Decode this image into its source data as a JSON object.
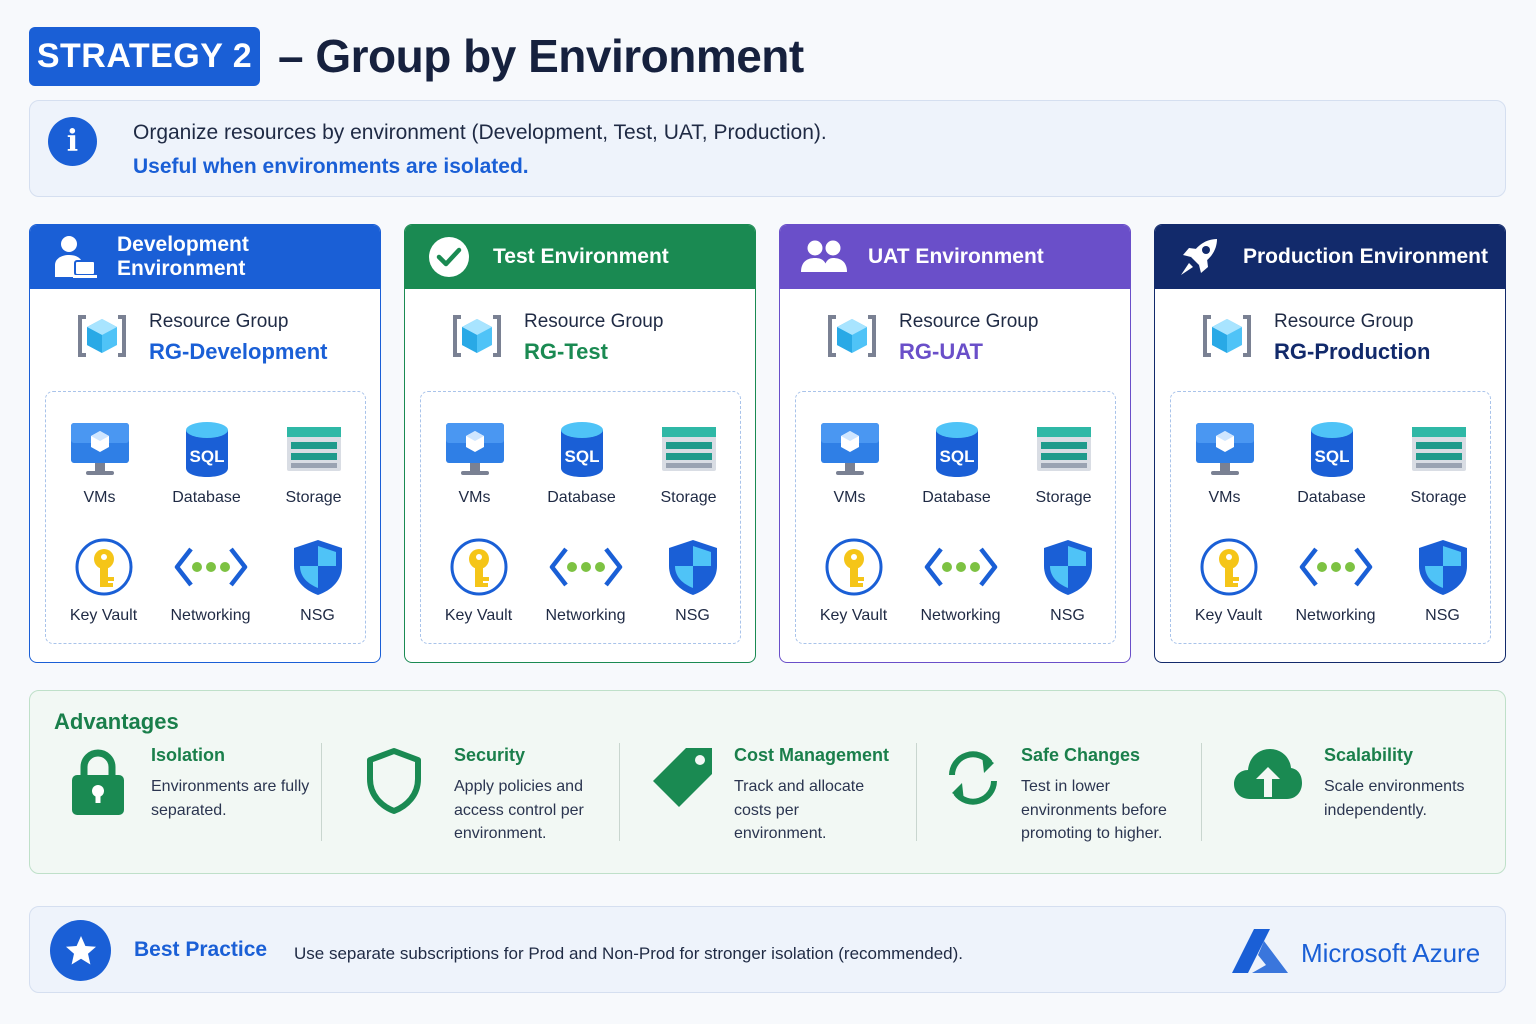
{
  "header": {
    "badge": "STRATEGY 2",
    "title": "– Group by Environment"
  },
  "info": {
    "line1": "Organize resources by environment (Development, Test, UAT, Production).",
    "line2": "Useful when environments are isolated."
  },
  "environments": [
    {
      "title": "Development Environment",
      "rg_label": "Resource Group",
      "rg_name": "RG-Development",
      "color": "#1a5fd6",
      "icon": "developer-icon"
    },
    {
      "title": "Test  Environment",
      "rg_label": "Resource Group",
      "rg_name": "RG-Test",
      "color": "#1a8a52",
      "icon": "check-circle-icon"
    },
    {
      "title": "UAT Environment",
      "rg_label": "Resource Group",
      "rg_name": "RG-UAT",
      "color": "#6a4fc9",
      "icon": "users-icon"
    },
    {
      "title": "Production Environment",
      "rg_label": "Resource Group",
      "rg_name": "RG-Production",
      "color": "#122a6b",
      "icon": "rocket-icon"
    }
  ],
  "services": [
    "VMs",
    "Database",
    "Storage",
    "Key Vault",
    "Networking",
    "NSG"
  ],
  "sql_text": "SQL",
  "advantages": {
    "title": "Advantages",
    "items": [
      {
        "title": "Isolation",
        "desc": "Environments are fully separated.",
        "icon": "lock-icon"
      },
      {
        "title": "Security",
        "desc": "Apply policies and access control per environment.",
        "icon": "shield-icon"
      },
      {
        "title": "Cost Management",
        "desc": "Track and allocate costs per environment.",
        "icon": "tag-icon"
      },
      {
        "title": "Safe Changes",
        "desc": "Test in lower environments before promoting to higher.",
        "icon": "refresh-icon"
      },
      {
        "title": "Scalability",
        "desc": "Scale environments independently.",
        "icon": "cloud-upload-icon"
      }
    ]
  },
  "best_practice": {
    "title": "Best Practice",
    "text": "Use separate subscriptions for Prod and Non-Prod for stronger isolation (recommended).",
    "brand": "Microsoft Azure"
  },
  "colors": {
    "accent_blue": "#1a5fd6",
    "green": "#1a7f4b",
    "purple": "#6a4fc9",
    "navy": "#122a6b"
  }
}
